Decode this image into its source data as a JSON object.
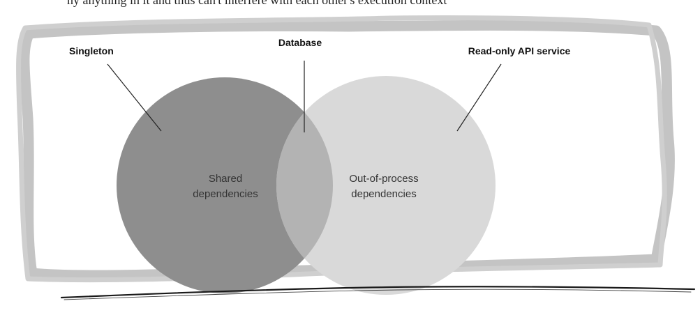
{
  "page": {
    "cut_off_text": "ny anything in it and thus can't interfere with each other's execution context"
  },
  "diagram": {
    "labels": {
      "singleton": "Singleton",
      "database": "Database",
      "read_only_api": "Read-only API service"
    },
    "sets": {
      "shared": {
        "line1": "Shared",
        "line2": "dependencies"
      },
      "out_of_process": {
        "line1": "Out-of-process",
        "line2": "dependencies"
      }
    },
    "colors": {
      "shared_circle": "#8e8e8e",
      "out_of_process_circle": "#d9d9d9",
      "intersection": "#b3b3b3",
      "scribble_border": "#c4c4c4",
      "leader_lines": "#222222"
    }
  }
}
